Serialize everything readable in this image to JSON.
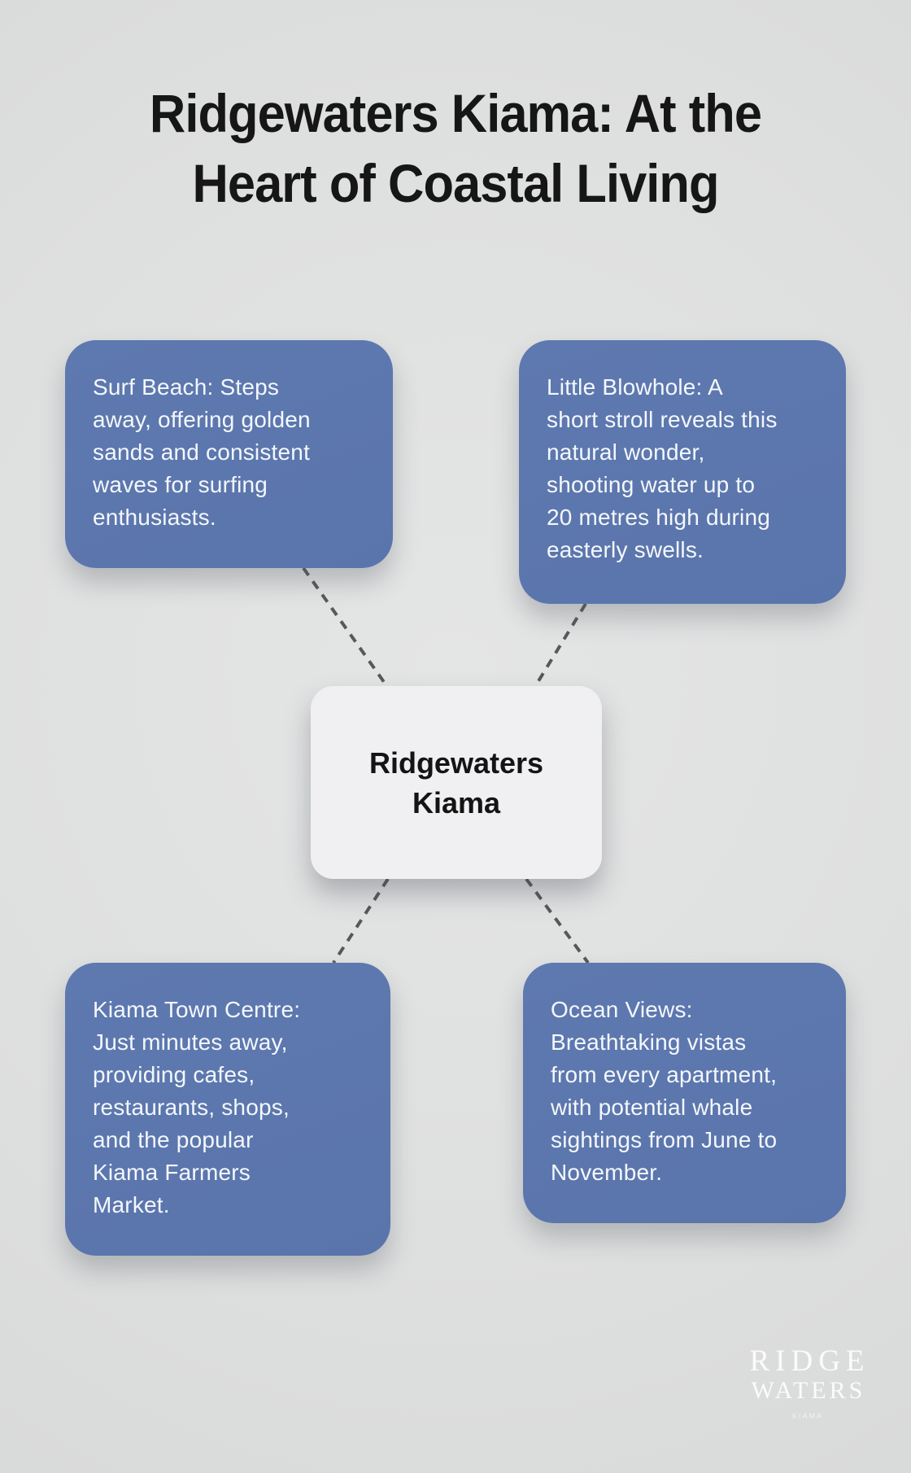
{
  "title": {
    "text": "Ridgewaters Kiama: At the\nHeart of Coastal Living",
    "color": "#161616"
  },
  "center_node": {
    "label": "Ridgewaters\nKiama",
    "fill": "#f0f0f2",
    "text_color": "#141414"
  },
  "nodes": [
    {
      "id": "surf-beach",
      "text": "Surf Beach: Steps\naway, offering golden\nsands and consistent\nwaves for surfing\nenthusiasts."
    },
    {
      "id": "little-blowhole",
      "text": "Little Blowhole: A\nshort stroll reveals this\nnatural wonder,\nshooting water up to\n20 metres high during\neasterly swells."
    },
    {
      "id": "kiama-town-centre",
      "text": "Kiama Town Centre:\nJust minutes away,\nproviding cafes,\nrestaurants, shops,\nand the popular\nKiama Farmers\nMarket."
    },
    {
      "id": "ocean-views",
      "text": "Ocean Views:\nBreathtaking vistas\nfrom every apartment,\nwith potential whale\nsightings from June to\nNovember."
    }
  ],
  "node_style": {
    "fill": "#5b76ad",
    "text_color": "#f4f7fb"
  },
  "connector": {
    "color": "#58585a",
    "style": "dashed"
  },
  "background_color": "#dfe0e0",
  "logo": {
    "line1": "RIDGE",
    "line2": "WATERS",
    "line3": "KIAMA",
    "color": "#fbfbfc"
  }
}
